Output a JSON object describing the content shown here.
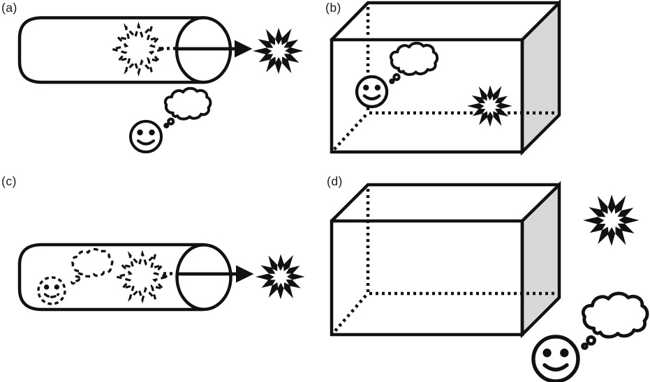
{
  "figure": {
    "background": "#ffffff",
    "ink_color": "#111111",
    "box_face_color": "#d8d8d8",
    "panels": [
      {
        "label": "(a)",
        "icons": [
          "cylinder-tube",
          "dashed-explosion-icon",
          "dotted-trajectory",
          "arrow-right-icon",
          "explosion-icon",
          "smiley-face-icon",
          "thought-cloud-icon"
        ]
      },
      {
        "label": "(b)",
        "icons": [
          "box-3d",
          "dotted-hidden-edges",
          "smiley-face-icon",
          "thought-cloud-icon",
          "explosion-icon"
        ]
      },
      {
        "label": "(c)",
        "icons": [
          "cylinder-tube",
          "dashed-smiley-face-icon",
          "dashed-thought-cloud-icon",
          "dashed-explosion-icon",
          "dotted-trajectory",
          "arrow-right-icon",
          "explosion-icon"
        ]
      },
      {
        "label": "(d)",
        "icons": [
          "box-3d",
          "dotted-hidden-edges",
          "explosion-icon",
          "smiley-face-icon",
          "thought-cloud-icon"
        ]
      }
    ]
  }
}
